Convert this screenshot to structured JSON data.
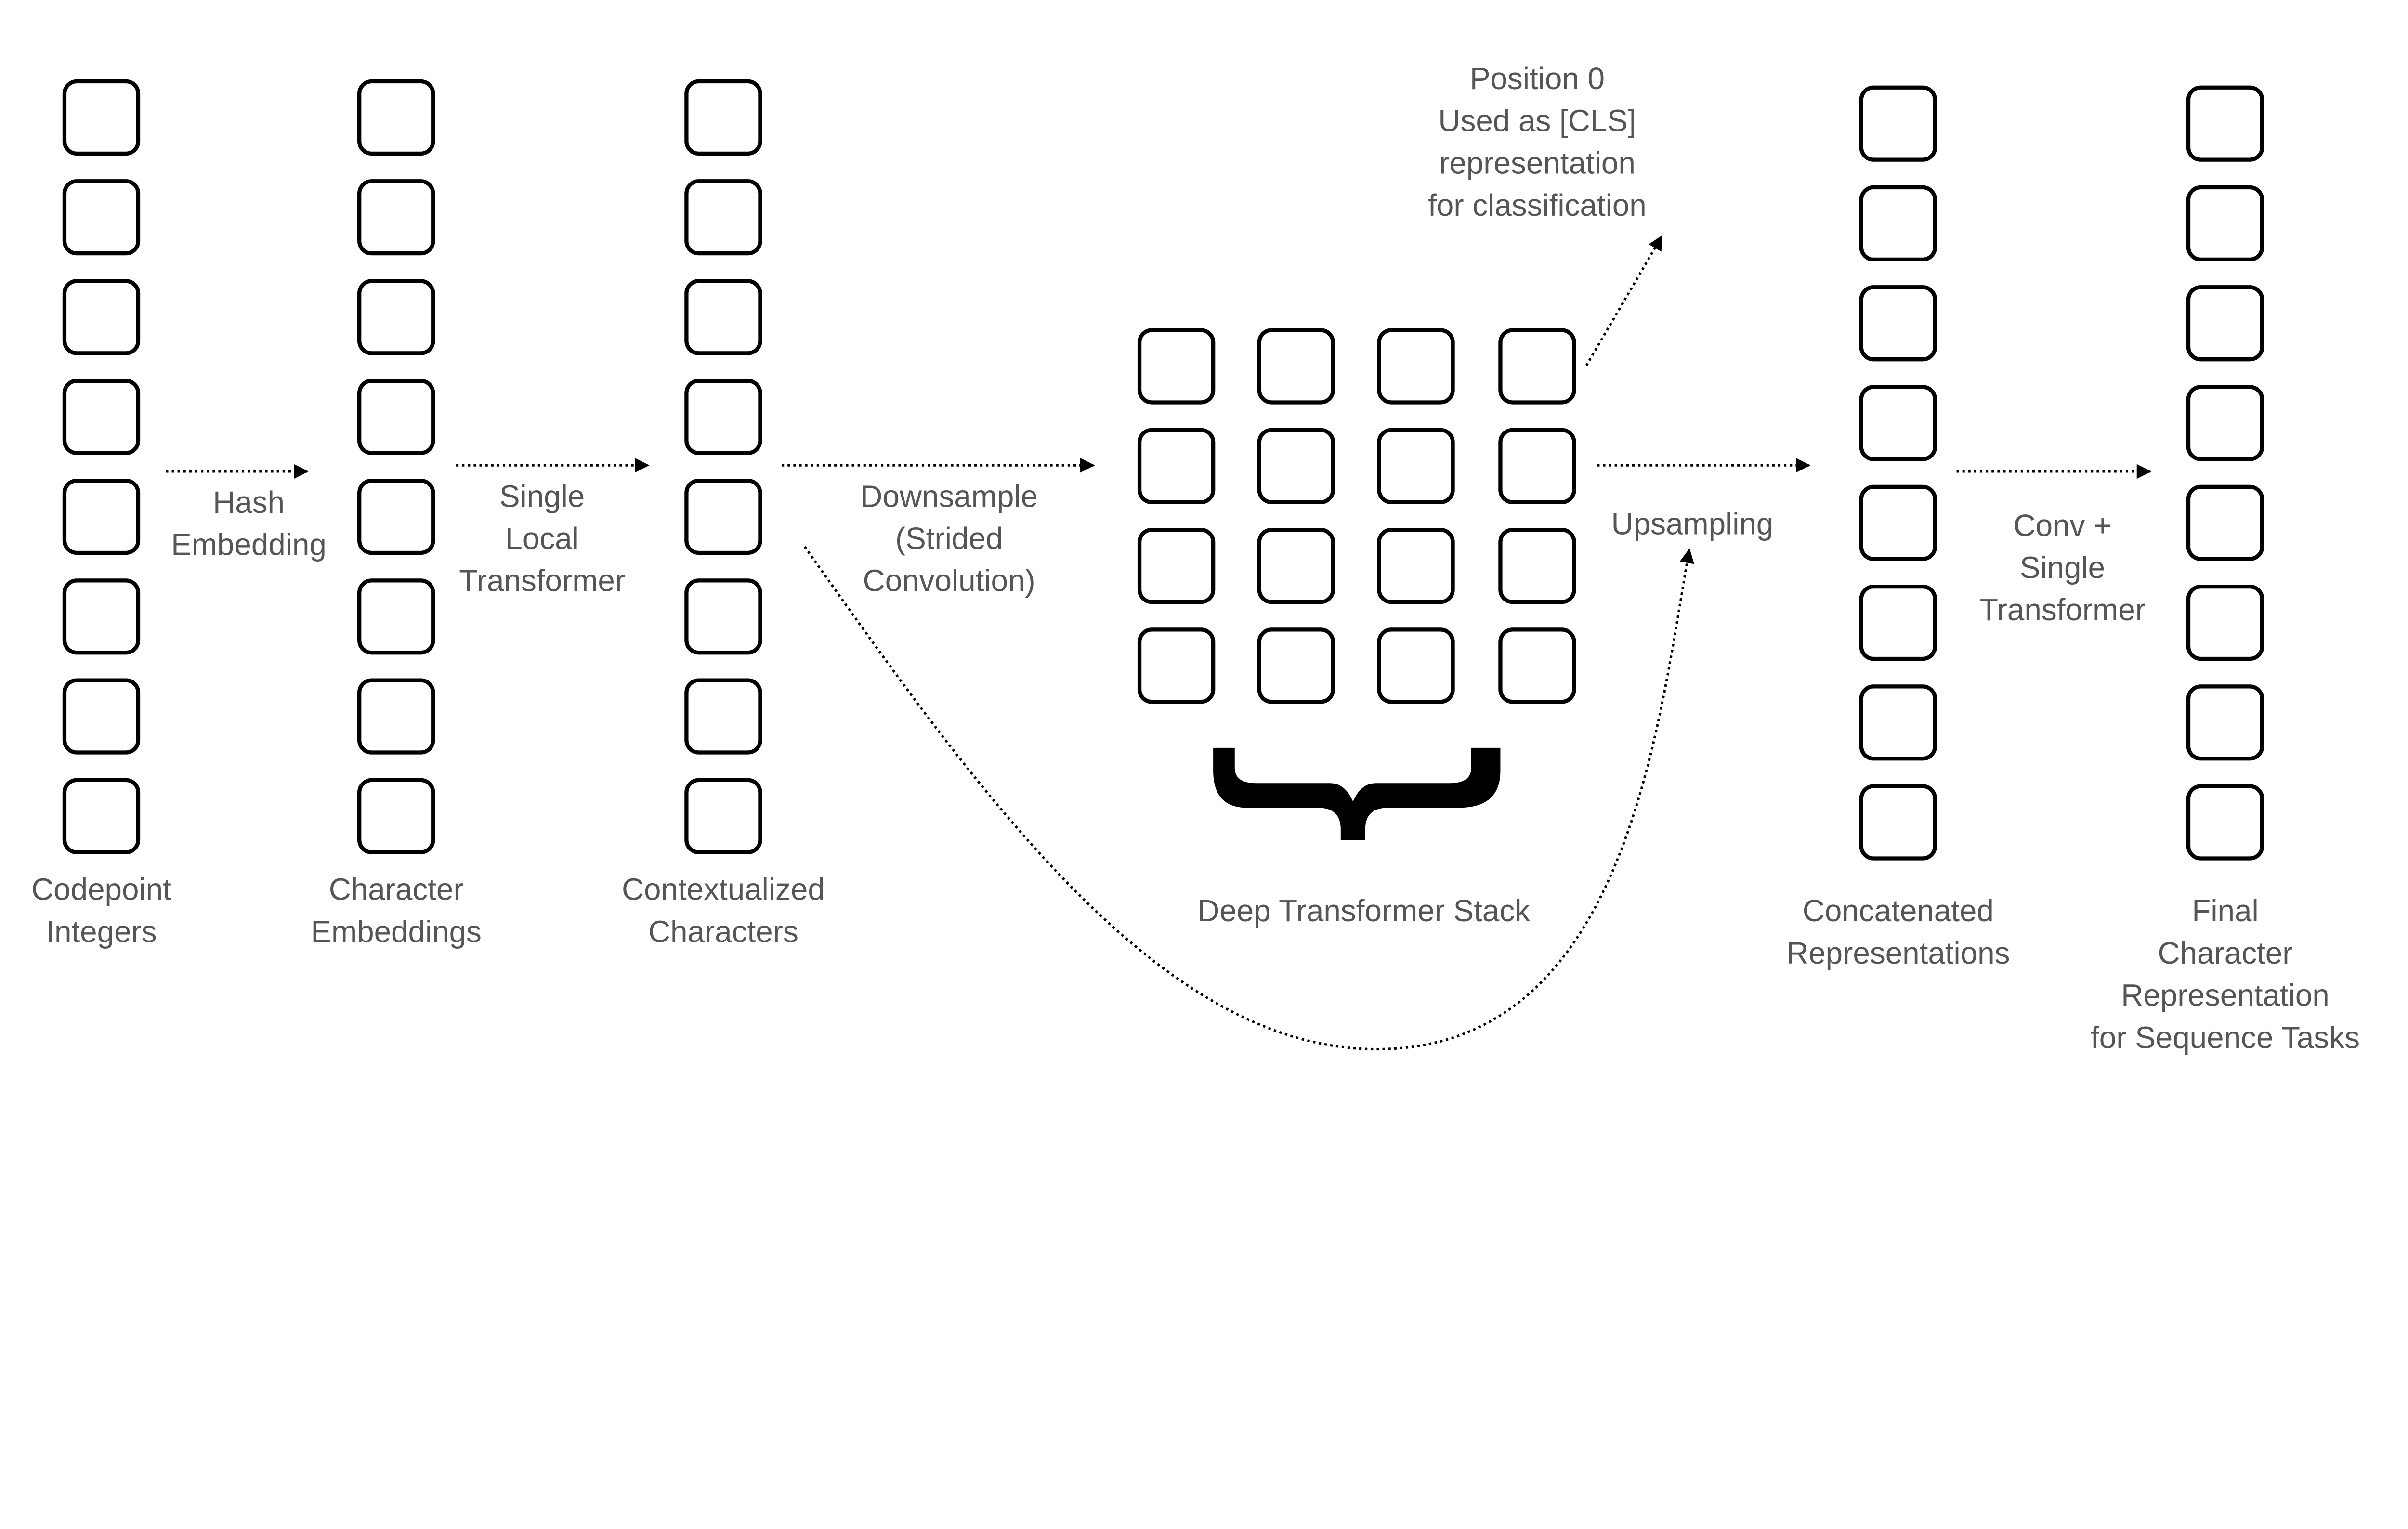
{
  "columns": [
    {
      "id": "codepoint",
      "label": [
        "Codepoint",
        "Integers"
      ],
      "cells": 8
    },
    {
      "id": "char-emb",
      "label": [
        "Character",
        "Embeddings"
      ],
      "cells": 8
    },
    {
      "id": "contextualized",
      "label": [
        "Contextualized",
        "Characters"
      ],
      "cells": 8
    },
    {
      "id": "concatenated",
      "label": [
        "Concatenated",
        "Representations"
      ],
      "cells": 8
    },
    {
      "id": "final",
      "label": [
        "Final",
        "Character",
        "Representation",
        "for Sequence Tasks"
      ],
      "cells": 8
    }
  ],
  "grid": {
    "rows": 4,
    "cols": 4,
    "label": "Deep Transformer Stack"
  },
  "edges": {
    "hash": [
      "Hash",
      "Embedding"
    ],
    "local": [
      "Single",
      "Local",
      "Transformer"
    ],
    "downsample": [
      "Downsample",
      "(Strided",
      "Convolution)"
    ],
    "upsample": [
      "Upsampling"
    ],
    "conv": [
      "Conv +",
      "Single",
      "Transformer"
    ],
    "cls": [
      "Position 0",
      "Used as [CLS]",
      "representation",
      "for classification"
    ]
  }
}
